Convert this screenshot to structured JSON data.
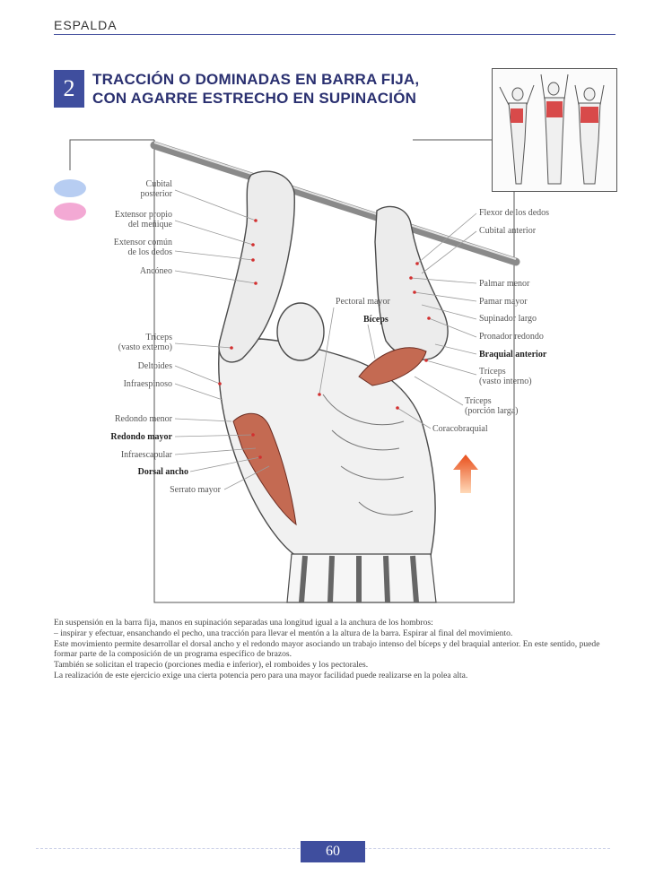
{
  "section": "ESPALDA",
  "exercise": {
    "number": "2",
    "title_line1": "TRACCIÓN O DOMINADAS EN BARRA FIJA,",
    "title_line2": "CON AGARRE ESTRECHO EN SUPINACIÓN"
  },
  "legend": {
    "color1": "#b7cdf2",
    "color2": "#f3a9d4"
  },
  "labels_left": [
    "Cubital",
    "posterior",
    "Extensor propio",
    "del meñique",
    "Extensor común",
    "de los dedos",
    "Ancóneo",
    "Tríceps",
    "(vasto externo)",
    "Deltoides",
    "Infraespinoso",
    "Redondo menor",
    "Redondo mayor",
    "Infraescapular",
    "Dorsal ancho",
    "Serrato mayor"
  ],
  "labels_center": [
    "Pectoral mayor",
    "Bíceps"
  ],
  "labels_right": [
    "Flexor de los dedos",
    "Cubital anterior",
    "Palmar menor",
    "Pamar mayor",
    "Supinador largo",
    "Pronador redondo",
    "Braquial anterior",
    "Tríceps",
    "(vasto interno)",
    "Tríceps",
    "(porción larga)",
    "Coracobraquial"
  ],
  "paragraphs": [
    "En suspensión en la barra fija, manos en supinación separadas una longitud igual a la anchura de los hombros:",
    "– inspirar y efectuar, ensanchando el pecho, una tracción para llevar el mentón a la altura de la barra. Espirar al final del movimiento.",
    "Este movimiento permite desarrollar el dorsal ancho y el redondo mayor asociando un trabajo intenso del bíceps y del braquial anterior. En este sentido, puede formar parte de la composición de un programa específico de brazos.",
    "También se solicitan el trapecio (porciones media e inferior), el romboides y los pectorales.",
    "La realización de este ejercicio exige una cierta potencia pero para una mayor facilidad puede realizarse en la polea alta."
  ],
  "page_number": "60"
}
